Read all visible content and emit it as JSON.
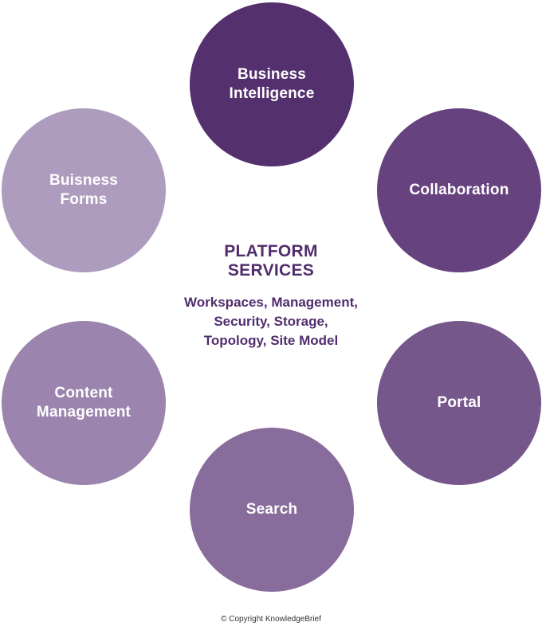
{
  "colors": {
    "text_center": "#512d6d",
    "business_intelligence": "#55306e",
    "collaboration": "#66437e",
    "portal": "#76578b",
    "search": "#886c9b",
    "content_management": "#9b84ad",
    "business_forms": "#ae9cbf"
  },
  "center": {
    "title": "PLATFORM\nSERVICES",
    "subtitle": "Workspaces, Management,\nSecurity, Storage,\nTopology, Site Model"
  },
  "nodes": [
    {
      "key": "business_intelligence",
      "label": "Business\nIntelligence"
    },
    {
      "key": "collaboration",
      "label": "Collaboration"
    },
    {
      "key": "portal",
      "label": "Portal"
    },
    {
      "key": "search",
      "label": "Search"
    },
    {
      "key": "content_management",
      "label": "Content\nManagement"
    },
    {
      "key": "business_forms",
      "label": "Buisness\nForms"
    }
  ],
  "footer": {
    "copyright": "© Copyright KnowledgeBrief"
  }
}
